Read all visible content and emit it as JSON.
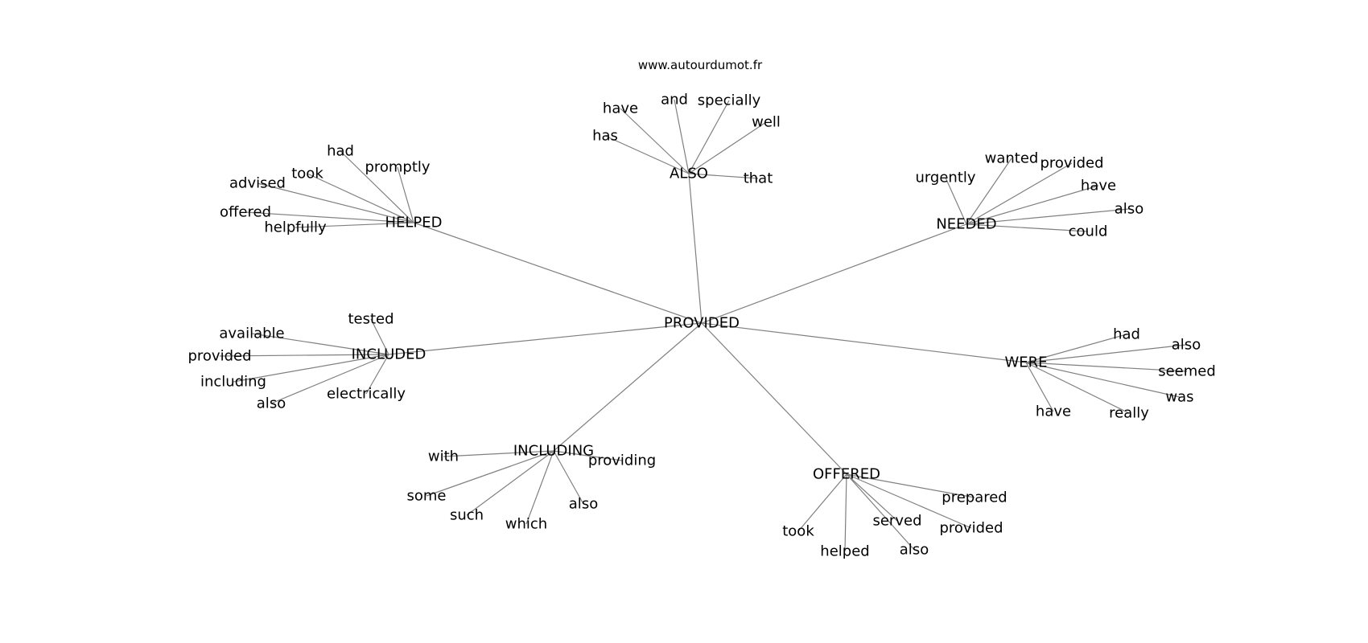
{
  "credit": "www.autourdumot.fr",
  "center": "PROVIDED",
  "clusters": [
    {
      "id": "also",
      "label": "ALSO",
      "leaves": [
        "have",
        "and",
        "specially",
        "well",
        "has",
        "that"
      ]
    },
    {
      "id": "helped",
      "label": "HELPED",
      "leaves": [
        "had",
        "took",
        "promptly",
        "advised",
        "offered",
        "helpfully"
      ]
    },
    {
      "id": "needed",
      "label": "NEEDED",
      "leaves": [
        "wanted",
        "provided",
        "urgently",
        "have",
        "also",
        "could"
      ]
    },
    {
      "id": "included",
      "label": "INCLUDED",
      "leaves": [
        "tested",
        "available",
        "provided",
        "including",
        "also",
        "electrically"
      ]
    },
    {
      "id": "were",
      "label": "WERE",
      "leaves": [
        "had",
        "also",
        "seemed",
        "was",
        "have",
        "really"
      ]
    },
    {
      "id": "including",
      "label": "INCLUDING",
      "leaves": [
        "with",
        "providing",
        "some",
        "such",
        "which",
        "also"
      ]
    },
    {
      "id": "offered",
      "label": "OFFERED",
      "leaves": [
        "prepared",
        "served",
        "provided",
        "took",
        "helped",
        "also"
      ]
    }
  ]
}
